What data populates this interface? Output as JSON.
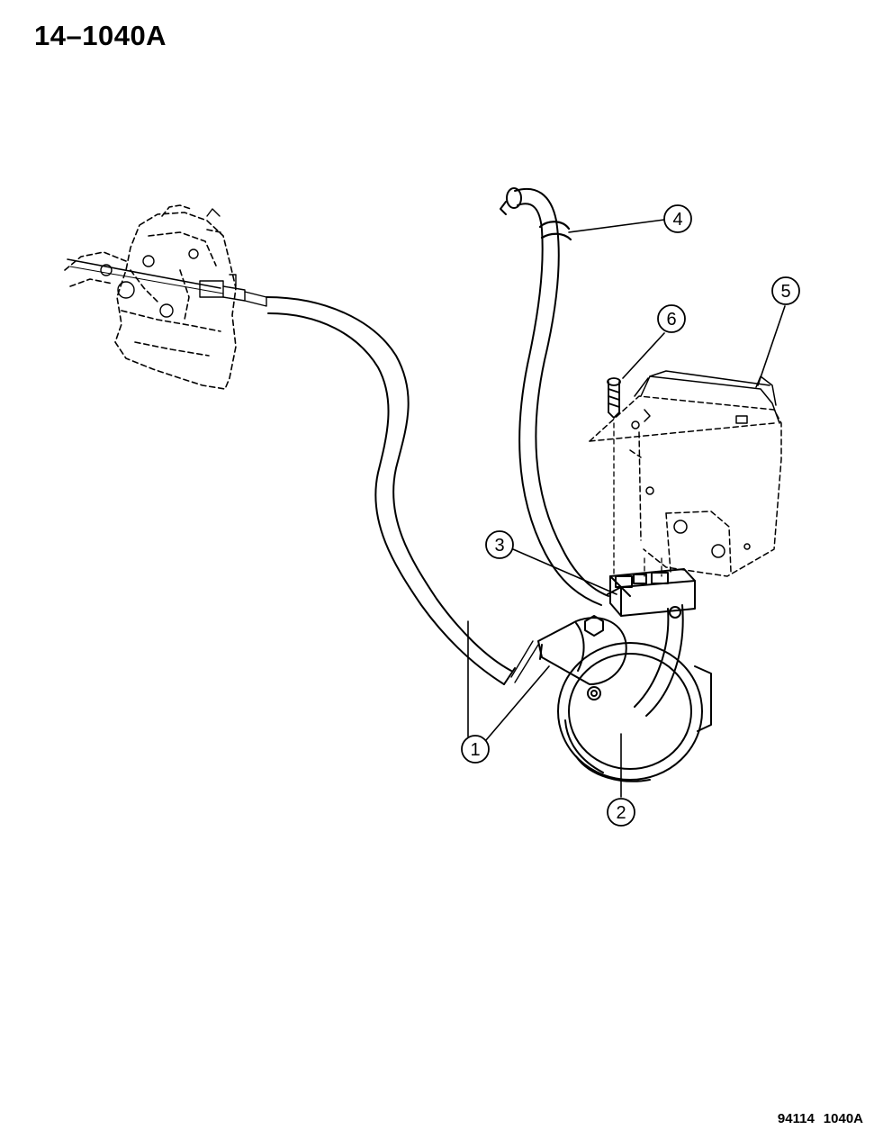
{
  "header": {
    "code": "14–1040A"
  },
  "footer": {
    "ref_left": "94114",
    "ref_right": "1040A"
  },
  "callouts": [
    {
      "id": "1",
      "label": "1"
    },
    {
      "id": "2",
      "label": "2"
    },
    {
      "id": "3",
      "label": "3"
    },
    {
      "id": "4",
      "label": "4"
    },
    {
      "id": "5",
      "label": "5"
    },
    {
      "id": "6",
      "label": "6"
    }
  ]
}
